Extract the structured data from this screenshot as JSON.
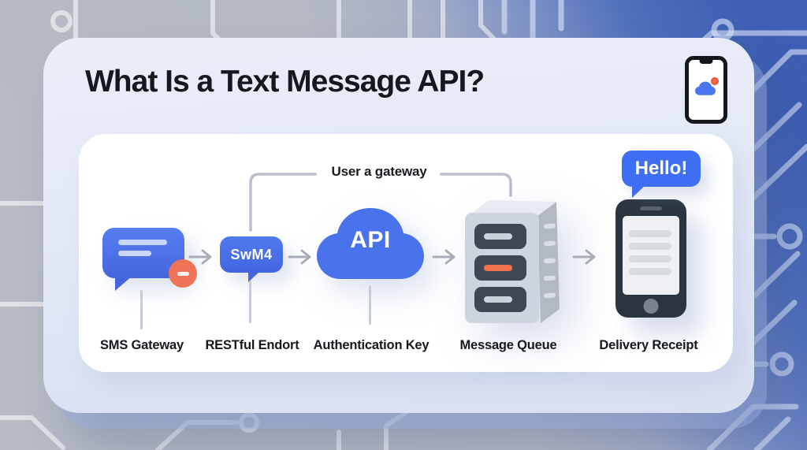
{
  "title": "What Is a Text Message API?",
  "header": {
    "corner_icon": "phone-with-cloud-notification"
  },
  "diagram": {
    "bracket_label": "User a gateway",
    "nodes": [
      {
        "label": "SMS Gateway",
        "icon": "chat-bubble-notification-icon"
      },
      {
        "label": "RESTful Endort",
        "icon": "speech-bubble-icon",
        "icon_text": "SwM4"
      },
      {
        "label": "Authentication Key",
        "icon": "api-cloud-icon",
        "icon_text": "API"
      },
      {
        "label": "Message Queue",
        "icon": "server-stack-icon"
      },
      {
        "label": "Delivery Receipt",
        "icon": "smartphone-icon",
        "bubble_text": "Hello!"
      }
    ]
  },
  "colors": {
    "accent_blue": "#4a72ea",
    "accent_orange": "#ef7356",
    "background_gray": "#b5bac3",
    "background_blue": "#4060b4",
    "card": "#e2e8f5",
    "panel": "#ffffff"
  }
}
